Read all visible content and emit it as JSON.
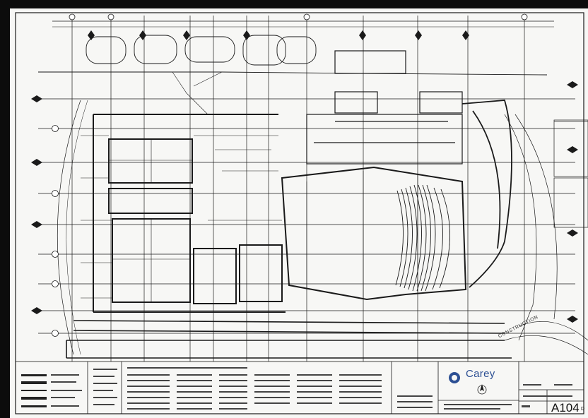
{
  "title_block": {
    "company": "Carey",
    "sheet_number": "A104",
    "revision": "D"
  },
  "annotations": {
    "construction_note": "CONSTRUCTION"
  },
  "colors": {
    "background": "#0c0c0c",
    "paper": "#f7f7f5",
    "ink": "#1a1a1a",
    "logo_blue": "#2c4f93"
  },
  "icons": [
    "section-marker-icon",
    "grid-bubble-icon",
    "north-arrow-icon",
    "logo-icon"
  ]
}
